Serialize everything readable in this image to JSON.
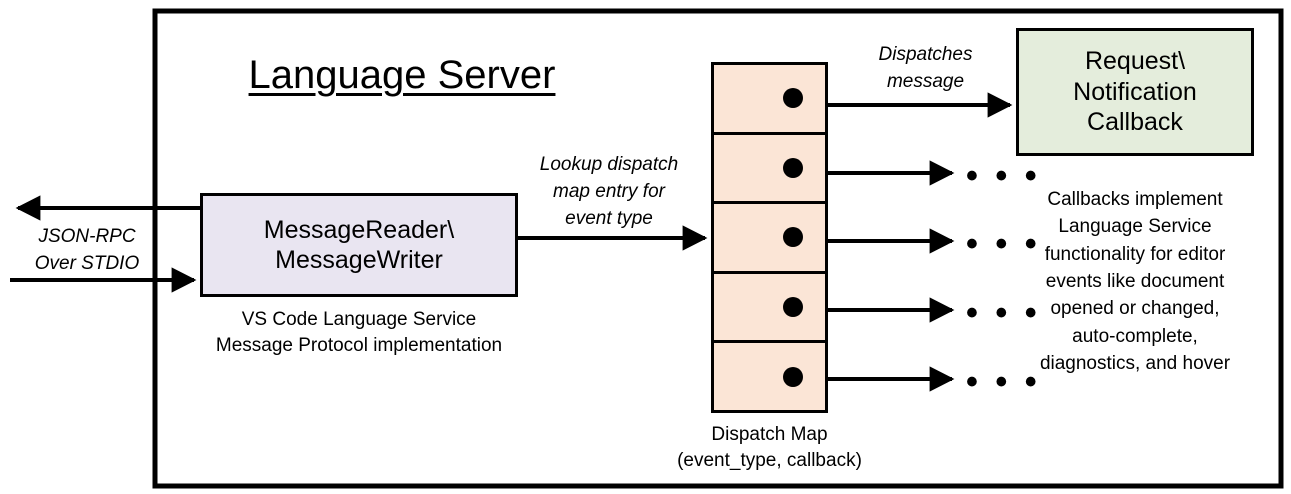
{
  "diagram": {
    "title": "Language Server",
    "outer_container_name": "Language Server boundary"
  },
  "external_io": {
    "label": "JSON-RPC\nOver STDIO",
    "outgoing_arrow_name": "outbound-json-rpc-arrow",
    "incoming_arrow_name": "inbound-json-rpc-arrow"
  },
  "message_io": {
    "box_label": "MessageReader\\\nMessageWriter",
    "caption": "VS Code Language Service\nMessage Protocol implementation",
    "fill_color": "#E9E5F1"
  },
  "lookup": {
    "label": "Lookup dispatch\nmap entry for\nevent type"
  },
  "dispatch_map": {
    "caption": "Dispatch Map\n(event_type, callback)",
    "fill_color": "#FBE5D6",
    "cells": [
      {
        "name": "dispatch-map-row-1"
      },
      {
        "name": "dispatch-map-row-2"
      },
      {
        "name": "dispatch-map-row-3"
      },
      {
        "name": "dispatch-map-row-4"
      },
      {
        "name": "dispatch-map-row-5"
      }
    ]
  },
  "dispatch": {
    "label": "Dispatches\nmessage"
  },
  "callback": {
    "box_label": "Request\\\nNotification\nCallback",
    "caption": "Callbacks implement\nLanguage Service\nfunctionality for editor\nevents like document\nopened or changed,\nauto-complete,\ndiagnostics, and hover",
    "fill_color": "#E4EDDC"
  },
  "ellipses": {
    "glyph": "• • •",
    "count": 4
  },
  "colors": {
    "stroke": "#000000",
    "background": "#FFFFFF"
  }
}
